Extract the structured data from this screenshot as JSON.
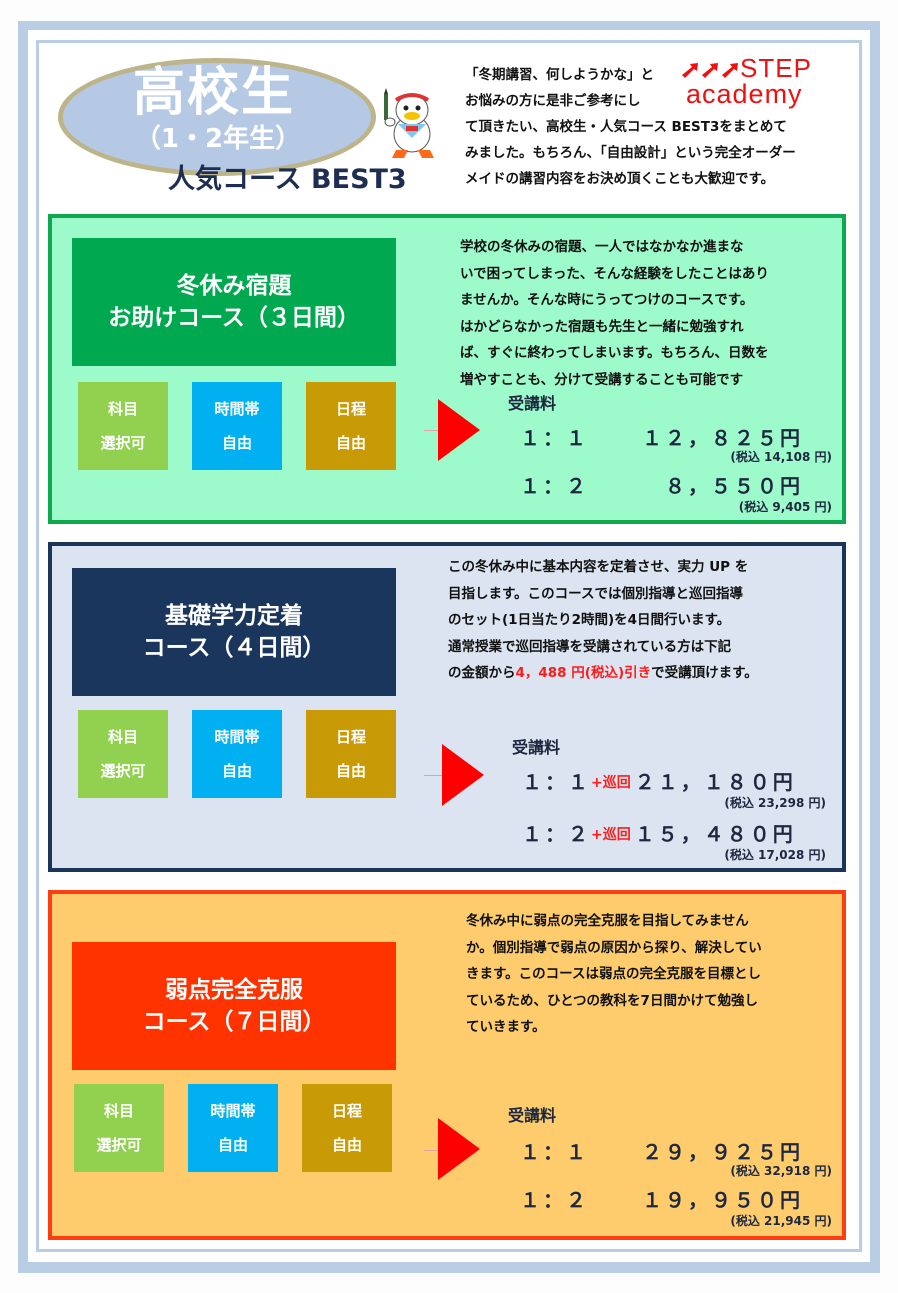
{
  "header": {
    "title_main": "高校生",
    "title_sub": "（1・2年生）",
    "title_best": "人気コース BEST3",
    "mascot_icon": "duck-mascot-with-pencil",
    "intro_lines": [
      "「冬期講習、何しようかな」と",
      "お悩みの方に是非ご参考にし",
      "て頂きたい、高校生・人気コース BEST3をまとめて",
      "みました。もちろん、「自由設計」という完全オーダー",
      "メイドの講習内容をお決め頂くことも大歓迎です。"
    ],
    "logo": {
      "arrows": "➚➚➚",
      "line1": "STEP",
      "line2": "academy",
      "color": "#ee1111"
    }
  },
  "courses": [
    {
      "title_line1": "冬休み宿題",
      "title_line2": "お助けコース（３日間）",
      "title_bg": "#00a94f",
      "panel_bg": "#9dfbcb",
      "border_color": "#10a84e",
      "tags": [
        {
          "line1": "科目",
          "line2": "選択可"
        },
        {
          "line1": "時間帯",
          "line2": "自由"
        },
        {
          "line1": "日程",
          "line2": "自由"
        }
      ],
      "description": [
        "学校の冬休みの宿題、一人ではなかなか進まな",
        "いで困ってしまった、そんな経験をしたことはあり",
        "ませんか。そんな時にうってつけのコースです。",
        "はかどらなかった宿題も先生と一緒に勉強すれ",
        "ば、すぐに終わってしまいます。もちろん、日数を",
        "増やすことも、分けて受講することも可能です"
      ],
      "fee_label": "受講料",
      "fees": [
        {
          "ratio": "１：１",
          "addon": "",
          "price": "１２，８２５円",
          "tax": "(税込 14,108 円)"
        },
        {
          "ratio": "１：２",
          "addon": "",
          "price": "　８，５５０円",
          "tax": "(税込 9,405 円)"
        }
      ]
    },
    {
      "title_line1": "基礎学力定着",
      "title_line2": "コース（４日間）",
      "title_bg": "#1b365d",
      "panel_bg": "#dbe4f0",
      "border_color": "#1b3558",
      "tags": [
        {
          "line1": "科目",
          "line2": "選択可"
        },
        {
          "line1": "時間帯",
          "line2": "自由"
        },
        {
          "line1": "日程",
          "line2": "自由"
        }
      ],
      "description": [
        "この冬休み中に基本内容を定着させ、実力 UP を",
        "目指します。このコースでは個別指導と巡回指導",
        "のセット(1日当たり2時間)を4日間行います。",
        "通常授業で巡回指導を受講されている方は下記"
      ],
      "description_last": {
        "before": "の金額から",
        "highlight": "4，488 円(税込)引き",
        "after": "で受講頂けます。"
      },
      "fee_label": "受講料",
      "fees": [
        {
          "ratio": "１：１",
          "addon": "+巡回",
          "price": "２１，１８０円",
          "tax": "(税込 23,298 円)"
        },
        {
          "ratio": "１：２",
          "addon": "+巡回",
          "price": "１５，４８０円",
          "tax": "(税込 17,028 円)"
        }
      ]
    },
    {
      "title_line1": "弱点完全克服",
      "title_line2": "コース（７日間）",
      "title_bg": "#ff3300",
      "panel_bg": "#ffcc6d",
      "border_color": "#ff3d10",
      "tags": [
        {
          "line1": "科目",
          "line2": "選択可"
        },
        {
          "line1": "時間帯",
          "line2": "自由"
        },
        {
          "line1": "日程",
          "line2": "自由"
        }
      ],
      "description": [
        "冬休み中に弱点の完全克服を目指してみません",
        "か。個別指導で弱点の原因から探り、解決してい",
        "きます。このコースは弱点の完全克服を目標とし",
        "ているため、ひとつの教科を7日間かけて勉強し",
        "ていきます。"
      ],
      "fee_label": "受講料",
      "fees": [
        {
          "ratio": "１：１",
          "addon": "",
          "price": "２９，９２５円",
          "tax": "(税込 32,918 円)"
        },
        {
          "ratio": "１：２",
          "addon": "",
          "price": "１９，９５０円",
          "tax": "(税込 21,945 円)"
        }
      ]
    }
  ]
}
